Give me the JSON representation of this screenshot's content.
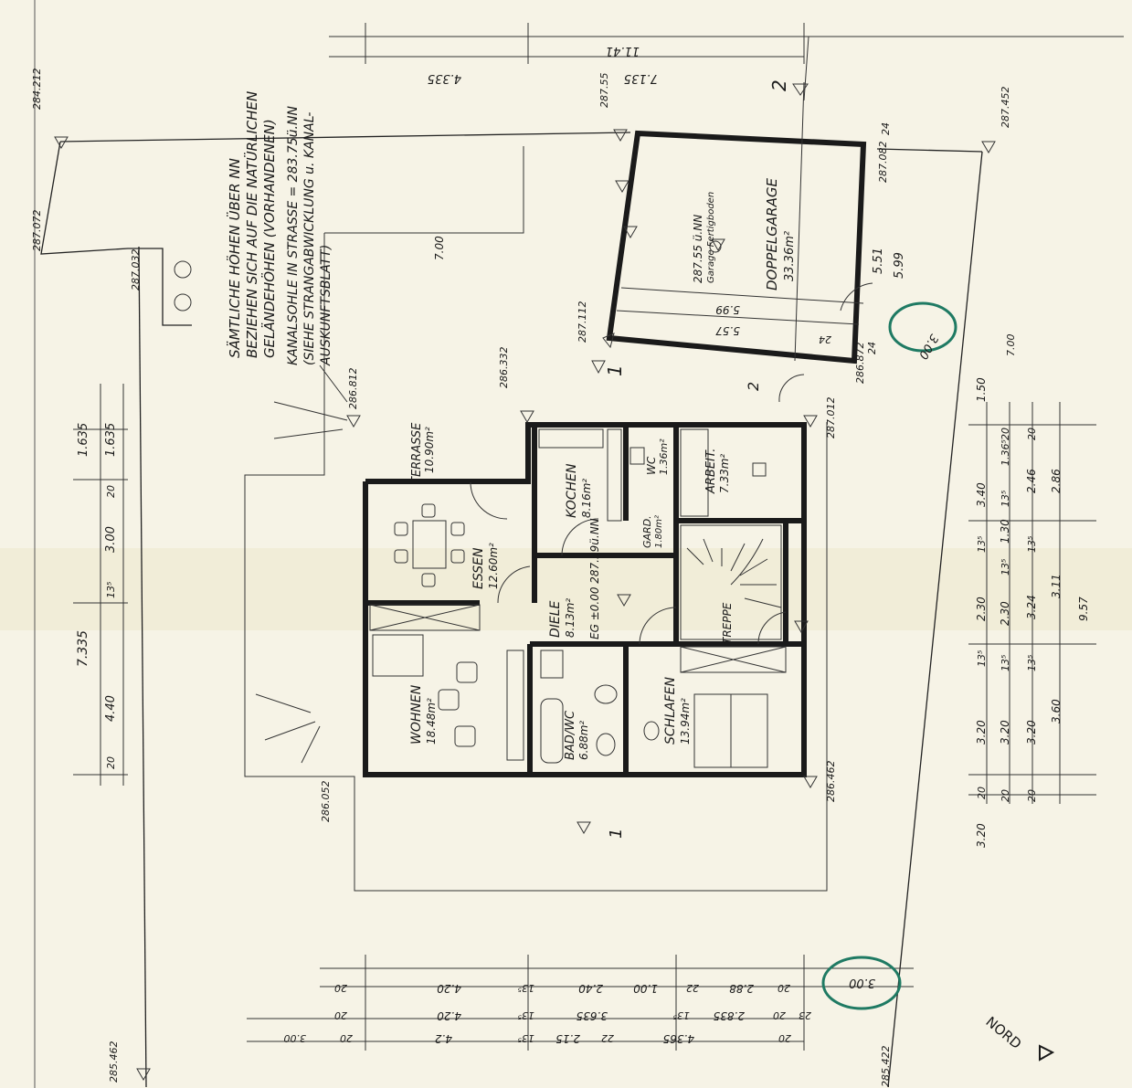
{
  "notes": {
    "line1": "SÄMTLICHE HÖHEN ÜBER NN",
    "line2": "BEZIEHEN SICH AUF DIE NATÜRLICHEN",
    "line3": "GELÄNDEHÖHEN (VORHANDENEN)",
    "line4": "KANALSOHLE IN STRASSE = 283.75ü.NN",
    "line5": "(SIEHE STRANGABWICKLUNG u. KANAL-",
    "line6": "AUSKUNFTSBLATT)"
  },
  "rooms": {
    "garage_name": "DOPPELGARAGE",
    "garage_area": "33.36m²",
    "garage_level": "287.55 ü.NN",
    "garage_floor": "Garage Fertigboden",
    "terrasse_name": "TERRASSE",
    "terrasse_area": "10.90m²",
    "essen_name": "ESSEN",
    "essen_area": "12.60m²",
    "kochen_name": "KOCHEN",
    "kochen_area": "8.16m²",
    "wc_name": "WC",
    "wc_area": "1.36m²",
    "arbeit_name": "ARBEIT.",
    "arbeit_area": "7.33m²",
    "garderobe_name": "GARD.",
    "garderobe_area": "1.80m²",
    "diele_name": "DIELE",
    "diele_area": "8.13m²",
    "eg_level": "EG ±0.00 287.59ü.NN",
    "treppe_name": "TREPPE",
    "wohnen_name": "WOHNEN",
    "wohnen_area": "18.48m²",
    "bad_name": "BAD/WC",
    "bad_area": "6.88m²",
    "schlafen_name": "SCHLAFEN",
    "schlafen_area": "13.94m²"
  },
  "levels": {
    "l1": "284.212",
    "l2": "287.072",
    "l3": "287.032",
    "l4": "287.112",
    "l5": "286.332",
    "l6": "286.812",
    "l7": "287.012",
    "l8": "286.462",
    "l9": "286.052",
    "l10": "285.462",
    "l11": "287.452",
    "l12": "287.082",
    "l13": "286.872",
    "l14": "287.55",
    "l15": "285.422"
  },
  "dims_top": {
    "d1": "11.41",
    "d2": "4.335",
    "d3": "7.135"
  },
  "dims_left": {
    "d1": "1.635",
    "d2": "1.635",
    "d3": "3.00",
    "d4": "20",
    "d5": "13⁵",
    "d6": "7.335",
    "d7": "4.40",
    "d8": "20",
    "d9": "7.00"
  },
  "dims_right": {
    "c1": [
      "1.50",
      "3.40",
      "13⁵",
      "2.30",
      "13⁵",
      "3.20",
      "20",
      "3.20"
    ],
    "c2": [
      "20",
      "1.36⁵",
      "13⁵",
      "1.30",
      "13⁵",
      "2.30",
      "13⁵",
      "3.20",
      "20"
    ],
    "c3": [
      "20",
      "2.46",
      "13⁵",
      "3.24",
      "13⁵",
      "3.20",
      "20"
    ],
    "c4": [
      "2.86",
      "3.11",
      "3.60",
      "9.57"
    ]
  },
  "dims_bottom": {
    "r1": [
      "20",
      "4.20",
      "13⁵",
      "2.40",
      "1.00",
      "22",
      "2.88",
      "20"
    ],
    "r2": [
      "20",
      "4.20",
      "13⁵",
      "3.635",
      "13⁵",
      "2.835",
      "20",
      "23"
    ],
    "r3": [
      "3.00",
      "20",
      "4.2",
      "13⁵",
      "2.15",
      "22",
      "4.365",
      "20"
    ]
  },
  "garage_dims": {
    "w1": "5.51",
    "w2": "5.99",
    "i1": "5.99",
    "i2": "5.57",
    "s1": "24",
    "s2": "24",
    "s3": "24",
    "s4": "7.00"
  },
  "annotations": {
    "circle1": "3.00",
    "circle2": "3.00",
    "north": "NORD",
    "section1": "1",
    "section2": "2",
    "section1b": "1",
    "section2b": "2"
  },
  "colors": {
    "paper": "#f6f3e6",
    "ink": "#1a1a1a",
    "marker": "#1f7a63"
  }
}
